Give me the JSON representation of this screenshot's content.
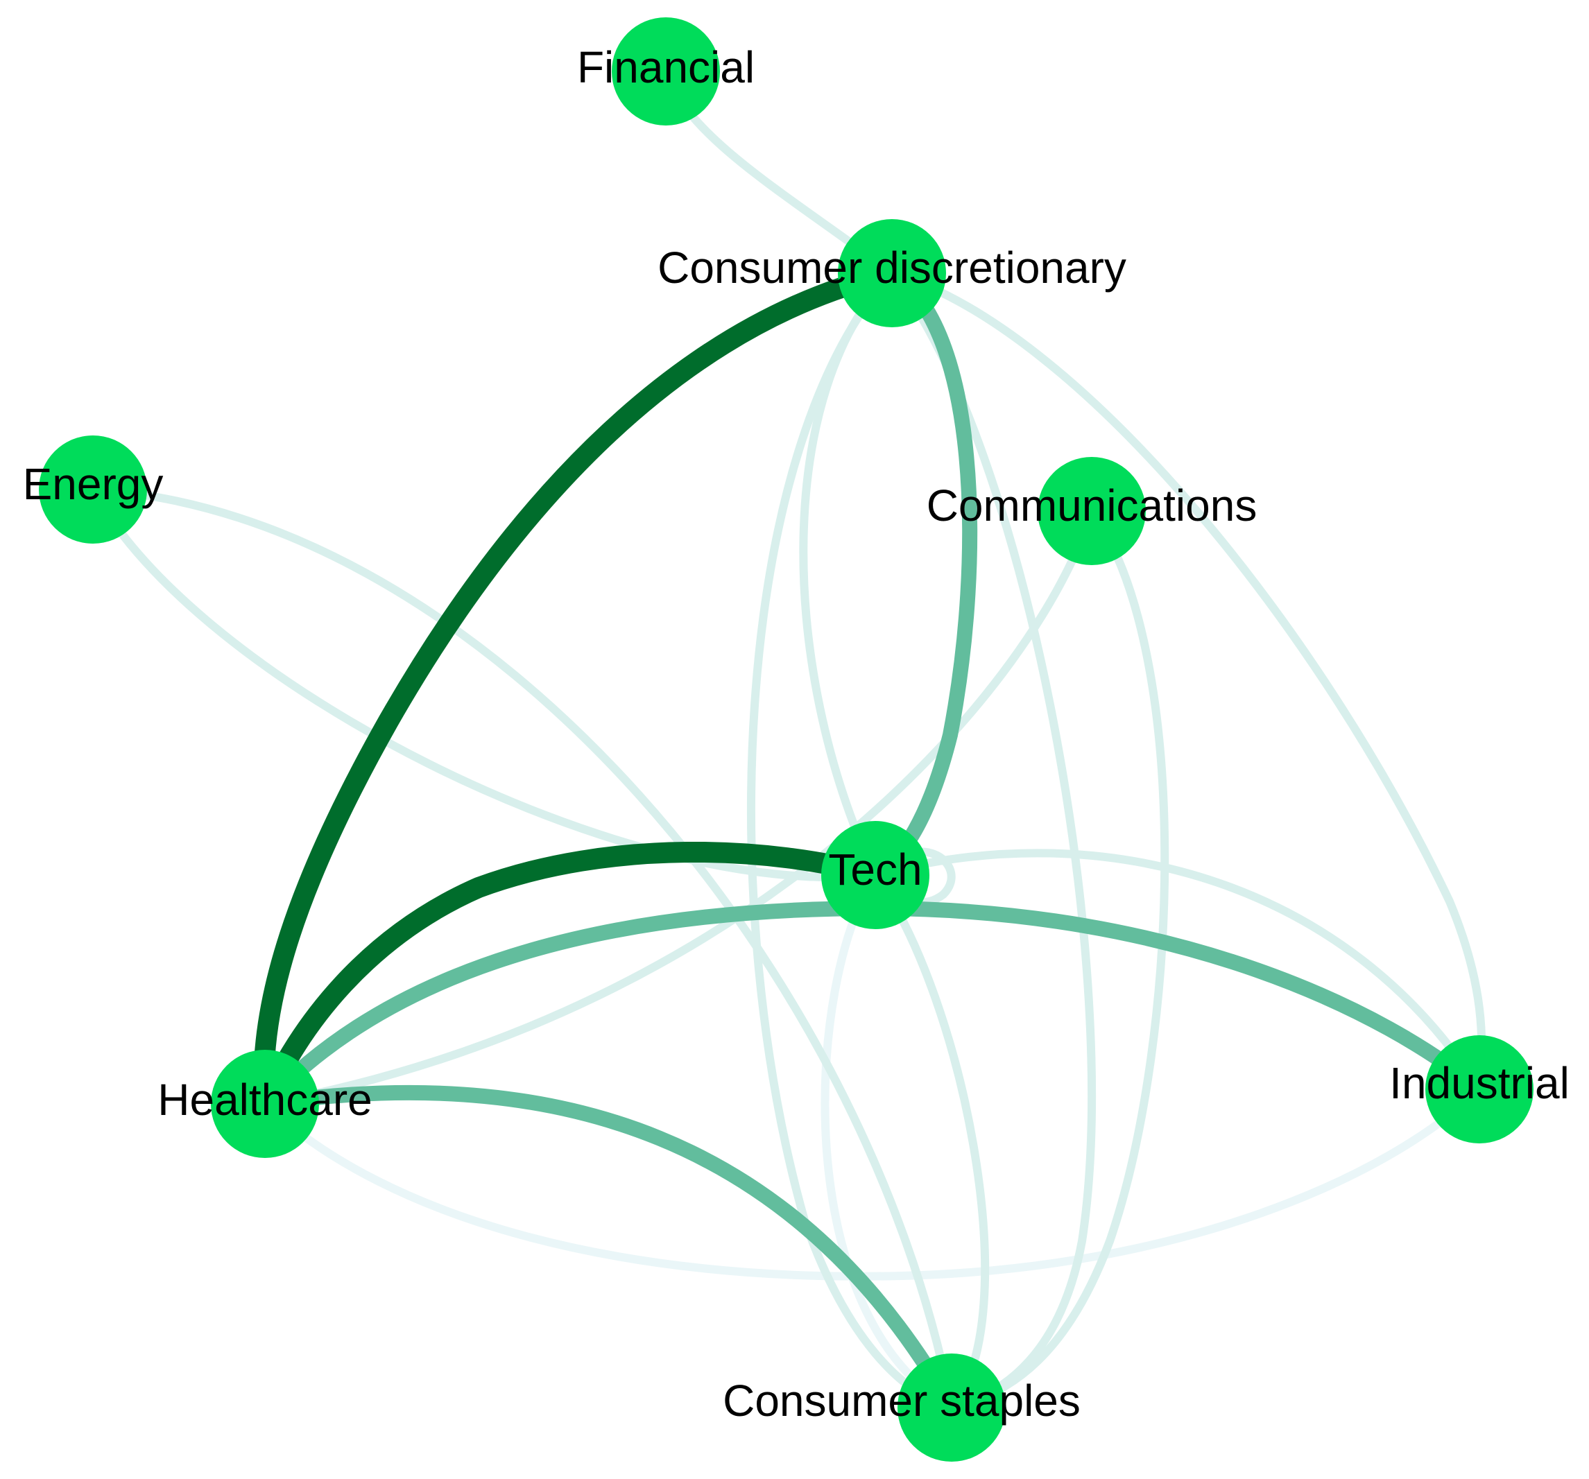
{
  "colors": {
    "node_fill": "#00dc5a",
    "edge_strong": "#006d2c",
    "edge_medium": "#62bd9d",
    "edge_light": "#d8efec",
    "edge_faint": "#eaf6f8"
  },
  "nodes": [
    {
      "id": "financial",
      "label": "Financial"
    },
    {
      "id": "consumer_discretionary",
      "label": "Consumer discretionary"
    },
    {
      "id": "energy",
      "label": "Energy"
    },
    {
      "id": "communications",
      "label": "Communications"
    },
    {
      "id": "tech",
      "label": "Tech"
    },
    {
      "id": "healthcare",
      "label": "Healthcare"
    },
    {
      "id": "industrial",
      "label": "Industrial"
    },
    {
      "id": "consumer_staples",
      "label": "Consumer staples"
    }
  ],
  "edges": [
    {
      "source": "financial",
      "target": "consumer_discretionary",
      "weight": "light"
    },
    {
      "source": "consumer_discretionary",
      "target": "healthcare",
      "weight": "strong"
    },
    {
      "source": "consumer_discretionary",
      "target": "tech",
      "weight": "medium"
    },
    {
      "source": "consumer_discretionary",
      "target": "industrial",
      "weight": "light"
    },
    {
      "source": "consumer_discretionary",
      "target": "tech",
      "weight": "light"
    },
    {
      "source": "consumer_discretionary",
      "target": "consumer_staples",
      "weight": "light"
    },
    {
      "source": "consumer_discretionary",
      "target": "consumer_staples",
      "weight": "light"
    },
    {
      "source": "energy",
      "target": "tech",
      "weight": "light"
    },
    {
      "source": "energy",
      "target": "consumer_staples",
      "weight": "light"
    },
    {
      "source": "communications",
      "target": "healthcare",
      "weight": "light"
    },
    {
      "source": "communications",
      "target": "consumer_staples",
      "weight": "light"
    },
    {
      "source": "tech",
      "target": "healthcare",
      "weight": "strong"
    },
    {
      "source": "tech",
      "target": "tech",
      "weight": "light"
    },
    {
      "source": "tech",
      "target": "industrial",
      "weight": "light"
    },
    {
      "source": "tech",
      "target": "consumer_staples",
      "weight": "light"
    },
    {
      "source": "tech",
      "target": "consumer_staples",
      "weight": "faint"
    },
    {
      "source": "healthcare",
      "target": "industrial",
      "weight": "medium"
    },
    {
      "source": "healthcare",
      "target": "consumer_staples",
      "weight": "medium"
    },
    {
      "source": "healthcare",
      "target": "industrial",
      "weight": "faint"
    }
  ]
}
